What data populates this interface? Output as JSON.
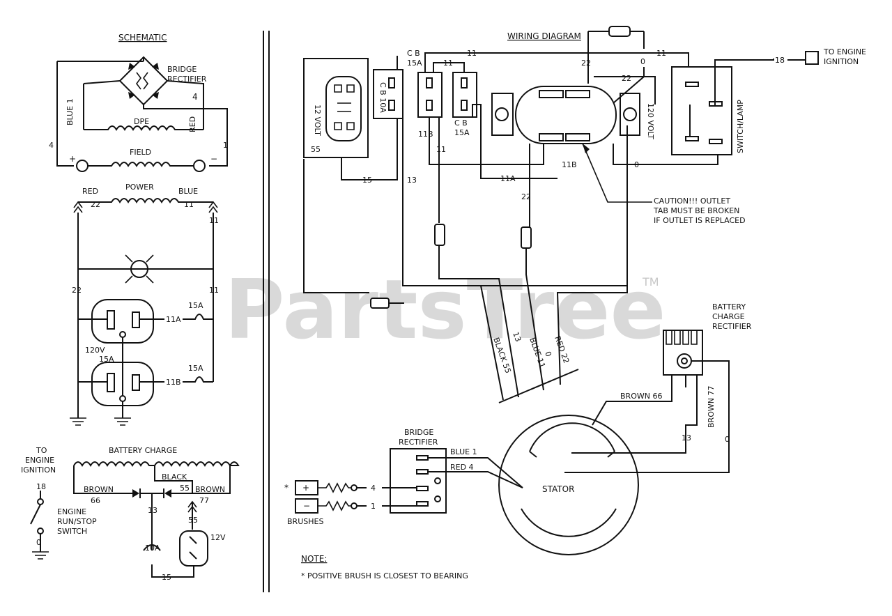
{
  "watermark": {
    "text": "PartsTree",
    "tm": "TM"
  },
  "schematic": {
    "title": "SCHEMATIC",
    "bridge_rectifier": "BRIDGE RECTIFIER",
    "blue1": "BLUE 1",
    "red": "RED",
    "num4": "4",
    "num4b": "4",
    "num1": "1",
    "dpe": "DPE",
    "field": "FIELD",
    "plus": "+",
    "minus": "−",
    "power": "POWER",
    "red_top": "RED",
    "blue_top": "BLUE",
    "n22a": "22",
    "n11a": "11",
    "n11b": "11",
    "n22b": "22",
    "n11c": "11",
    "n11A": "11A",
    "n15Aa": "15A",
    "v120": "120V",
    "a15": "15A",
    "n11B": "11B",
    "n15Ab": "15A",
    "battery_charge": "BATTERY CHARGE",
    "black": "BLACK",
    "brown_l": "BROWN",
    "n66": "66",
    "n55": "55",
    "brown_r": "BROWN",
    "n77": "77",
    "n13": "13",
    "n55b": "55",
    "v12": "12V",
    "a10": "10A",
    "n15": "15",
    "to_engine": "TO ENGINE IGNITION",
    "n18": "18",
    "engine_switch": "ENGINE RUN/STOP SWITCH"
  },
  "wiring": {
    "title": "WIRING DIAGRAM",
    "v12": "12 VOLT",
    "cb10a": "C B 10A",
    "cb15a_l": "C B 15A",
    "cb15a_r": "C B 15A",
    "n11top": "11",
    "n11mid": "11",
    "n11right": "11",
    "n22a": "22",
    "n22b": "22",
    "n0top": "0",
    "n55": "55",
    "n15": "15",
    "n13": "13",
    "n11B": "11B",
    "n11": "11",
    "n11A": "11A",
    "n11B2": "11B",
    "n0": "0",
    "n22c": "22",
    "v120": "120 VOLT",
    "switch_lamp": "SWITCH/LAMP",
    "n18": "18",
    "to_engine": "TO ENGINE IGNITION",
    "caution": "CAUTION!!! OUTLET TAB MUST BE BROKEN IF OUTLET IS REPLACED",
    "black55": "BLACK 55",
    "n13b": "13",
    "blue11": "BLUE 11",
    "n0b": "0",
    "red22": "RED 22",
    "battery_rect": "BATTERY CHARGE RECTIFIER",
    "brown66": "BROWN 66",
    "brown77": "BROWN 77",
    "n13c": "13",
    "n0c": "0",
    "stator": "STATOR",
    "bridge_rect": "BRIDGE RECTIFIER",
    "blue1": "BLUE 1",
    "red4": "RED 4",
    "star": "*",
    "n4": "4",
    "n1": "1",
    "brushes": "BRUSHES",
    "note_title": "NOTE:",
    "note_text": "* POSITIVE BRUSH IS CLOSEST TO BEARING"
  }
}
